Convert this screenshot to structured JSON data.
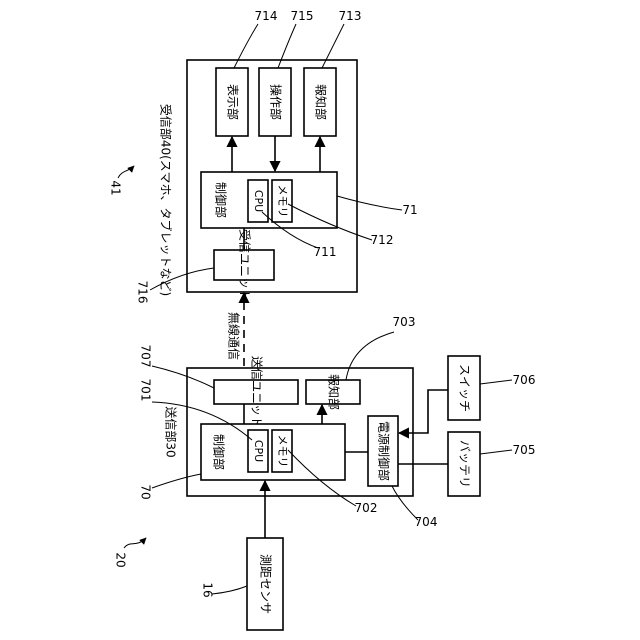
{
  "refs": {
    "r20": "20",
    "r16": "16",
    "r70": "70",
    "r701": "701",
    "r702": "702",
    "r703": "703",
    "r704": "704",
    "r705": "705",
    "r706": "706",
    "r707": "707",
    "r41": "41",
    "r71": "71",
    "r711": "711",
    "r712": "712",
    "r713": "713",
    "r714": "714",
    "r715": "715",
    "r716": "716"
  },
  "sensor": {
    "label": "測距センサ"
  },
  "transmitter": {
    "title": "送信部30",
    "control": "制御部",
    "cpu": "CPU",
    "memory": "メモリ",
    "tx_unit": "送信ユニット",
    "notify": "報知部",
    "power_control": "電源制御部"
  },
  "battery": "バッテリ",
  "switch": "スイッチ",
  "wireless": "無線通信",
  "receiver": {
    "title": "受信部40(スマホ、タブレットなど)",
    "control": "制御部",
    "cpu": "CPU",
    "memory": "メモリ",
    "rx_unit": "受信ユニット",
    "display": "表示部",
    "operation": "操作部",
    "notify": "報知部"
  }
}
